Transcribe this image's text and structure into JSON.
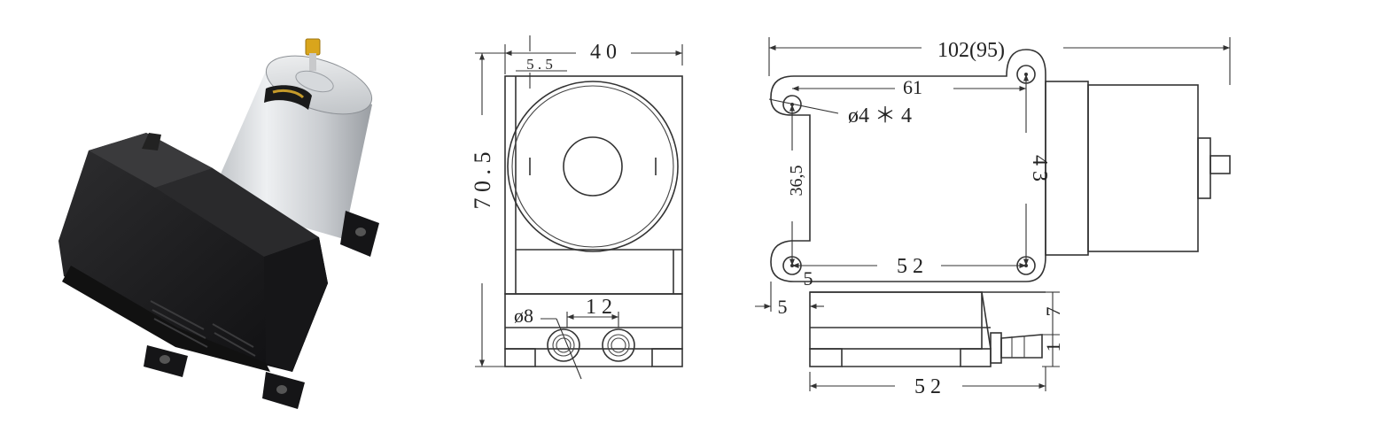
{
  "product_photo": {
    "description_icon": "diaphragm-pump-photo"
  },
  "front_view": {
    "width_label": "4 0",
    "offset_label": "5 . 5",
    "height_label": "7 0 . 5",
    "port_dia_label": "ø8",
    "port_spacing_label": "1 2"
  },
  "side_view": {
    "length_label": "102(95)",
    "hole_spacing_label": "61",
    "hole_label": "ø4 ＊ 4",
    "hole_vertical_label": "36,5",
    "hole_height_label": "4 3",
    "hole_pitch_label": "5 2",
    "small_offset_label": "5",
    "edge_offset_label": "5",
    "nozzle_height_label": "7",
    "nozzle_offset_label": "1",
    "base_length_label": "5 2"
  }
}
